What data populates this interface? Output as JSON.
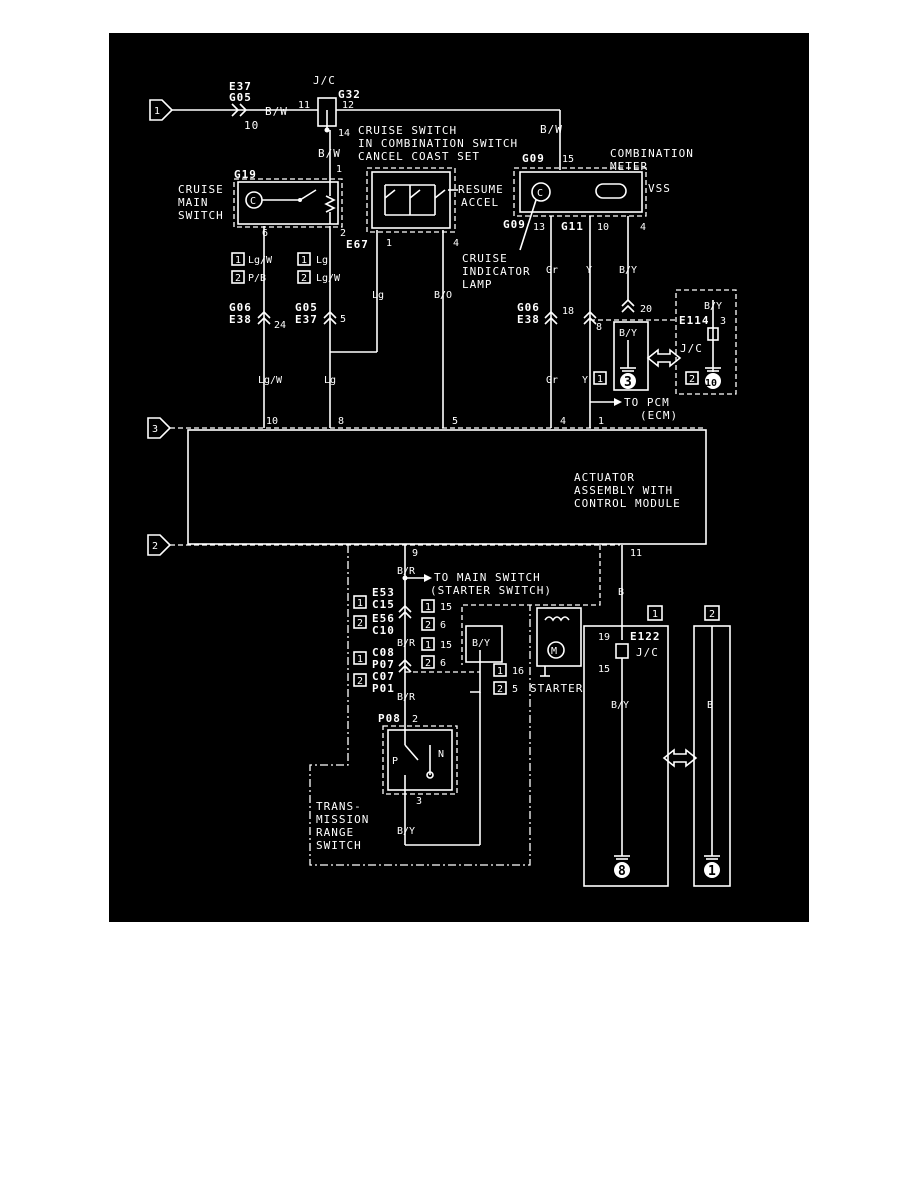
{
  "arrows": {
    "a1": "1",
    "a2": "2",
    "a3": "3"
  },
  "connectors": {
    "e37": "E37",
    "g05_top": "G05",
    "pin10_top": "10",
    "jc": "J/C",
    "g32": "G32",
    "p11": "11",
    "p12": "12",
    "p14": "14",
    "g19": "G19",
    "e67": "E67",
    "g09_a": "G09",
    "g09_b": "G09",
    "g11": "G11",
    "g06_a": "G06",
    "e38_a": "E38",
    "g05_b": "G05",
    "e37_b": "E37",
    "g06_b": "G06",
    "e38_b": "E38",
    "e114": "E114",
    "e53": "E53",
    "c15": "C15",
    "e56": "E56",
    "c10": "C10",
    "c08": "C08",
    "p07": "P07",
    "c07": "C07",
    "p01": "P01",
    "p08": "P08",
    "e122": "E122",
    "jc_b": "J/C",
    "jc_c": "J/C"
  },
  "pins": {
    "p1_main": "1",
    "p6_main": "6",
    "p2_main": "2",
    "p1_cs": "1",
    "p4_cs": "4",
    "p15_cm": "15",
    "p13_cm": "13",
    "p10_cm": "10",
    "p4_cm": "4",
    "p24": "24",
    "p5": "5",
    "p18": "18",
    "p20": "20",
    "p8_e": "8",
    "p3_e": "3",
    "b10": "10",
    "b8": "8",
    "b5": "5",
    "b4": "4",
    "b1": "1",
    "b9": "9",
    "b11": "11",
    "s15": "15",
    "s6": "6",
    "s15b": "15",
    "s6b": "6",
    "s16": "16",
    "s5": "5",
    "r2": "2",
    "r3": "3",
    "j19": "19",
    "j15": "15"
  },
  "wires": {
    "bw1": "B/W",
    "bw2": "B/W",
    "bw3": "B/W",
    "lgw": "Lg/W",
    "pb": "P/B",
    "lg_a": "Lg",
    "lgw2": "Lg/W",
    "lg_cs": "Lg",
    "bo": "B/O",
    "gr1": "Gr",
    "y1": "Y",
    "by1": "B/Y",
    "by_e": "B/Y",
    "by_jc": "B/Y",
    "lgw3": "Lg/W",
    "lg3": "Lg",
    "gr2": "Gr",
    "y2": "Y",
    "br1": "B/R",
    "br2": "B/R",
    "br3": "B/R",
    "by_st": "B/Y",
    "by_r": "B/Y",
    "b_e122": "B",
    "by_out": "B/Y",
    "b_right": "B"
  },
  "variants": {
    "v1": "1",
    "v2": "2",
    "v1b": "1",
    "v2b": "2",
    "v1c": "1",
    "v2c": "2",
    "v1d": "1",
    "v2d": "2",
    "v1e": "1",
    "v2e": "2",
    "v1f": "1",
    "v2f": "2",
    "v1g": "1",
    "v2g": "2",
    "v1h": "1",
    "v2h": "2",
    "v1y": "1"
  },
  "components": {
    "cruise_main_1": "CRUISE",
    "cruise_main_2": "MAIN",
    "cruise_main_3": "SWITCH",
    "cs1": "CRUISE SWITCH",
    "cs2": "IN COMBINATION SWITCH",
    "cs3": "CANCEL COAST SET",
    "resume": "RESUME",
    "accel": "ACCEL",
    "comb1": "COMBINATION",
    "comb2": "METER",
    "vss": "VSS",
    "cil1": "CRUISE",
    "cil2": "INDICATOR",
    "cil3": "LAMP",
    "pcm1": "TO PCM",
    "pcm2": "(ECM)",
    "act1": "ACTUATOR",
    "act2": "ASSEMBLY WITH",
    "act3": "CONTROL MODULE",
    "main_sw1": "TO MAIN SWITCH",
    "main_sw2": "(STARTER SWITCH)",
    "starter": "STARTER",
    "trs1": "TRANS-",
    "trs2": "MISSION",
    "trs3": "RANGE",
    "trs4": "SWITCH",
    "p_lbl": "P",
    "n_lbl": "N",
    "m_lbl": "M",
    "c_lbl": "C",
    "c_lbl2": "C"
  },
  "grounds": {
    "g3": "3",
    "g10": "10",
    "g8": "8",
    "g1": "1"
  }
}
